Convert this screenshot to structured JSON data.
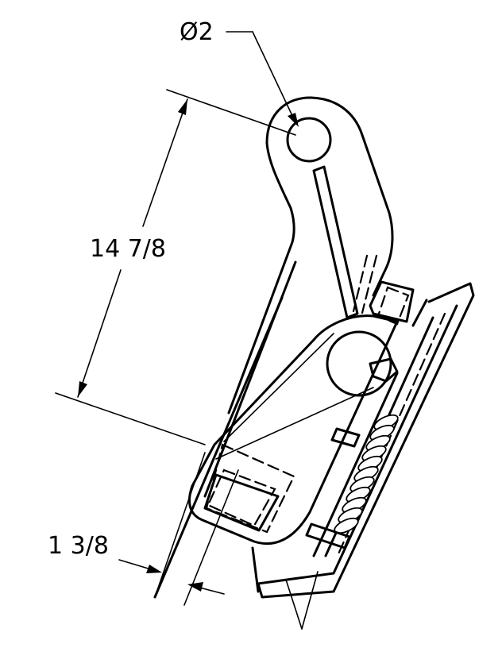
{
  "dimensions": {
    "diameter_label": "Ø2",
    "height_label": "14 7/8",
    "offset_label": "1 3/8"
  },
  "colors": {
    "line": "#000000",
    "background": "#ffffff"
  }
}
